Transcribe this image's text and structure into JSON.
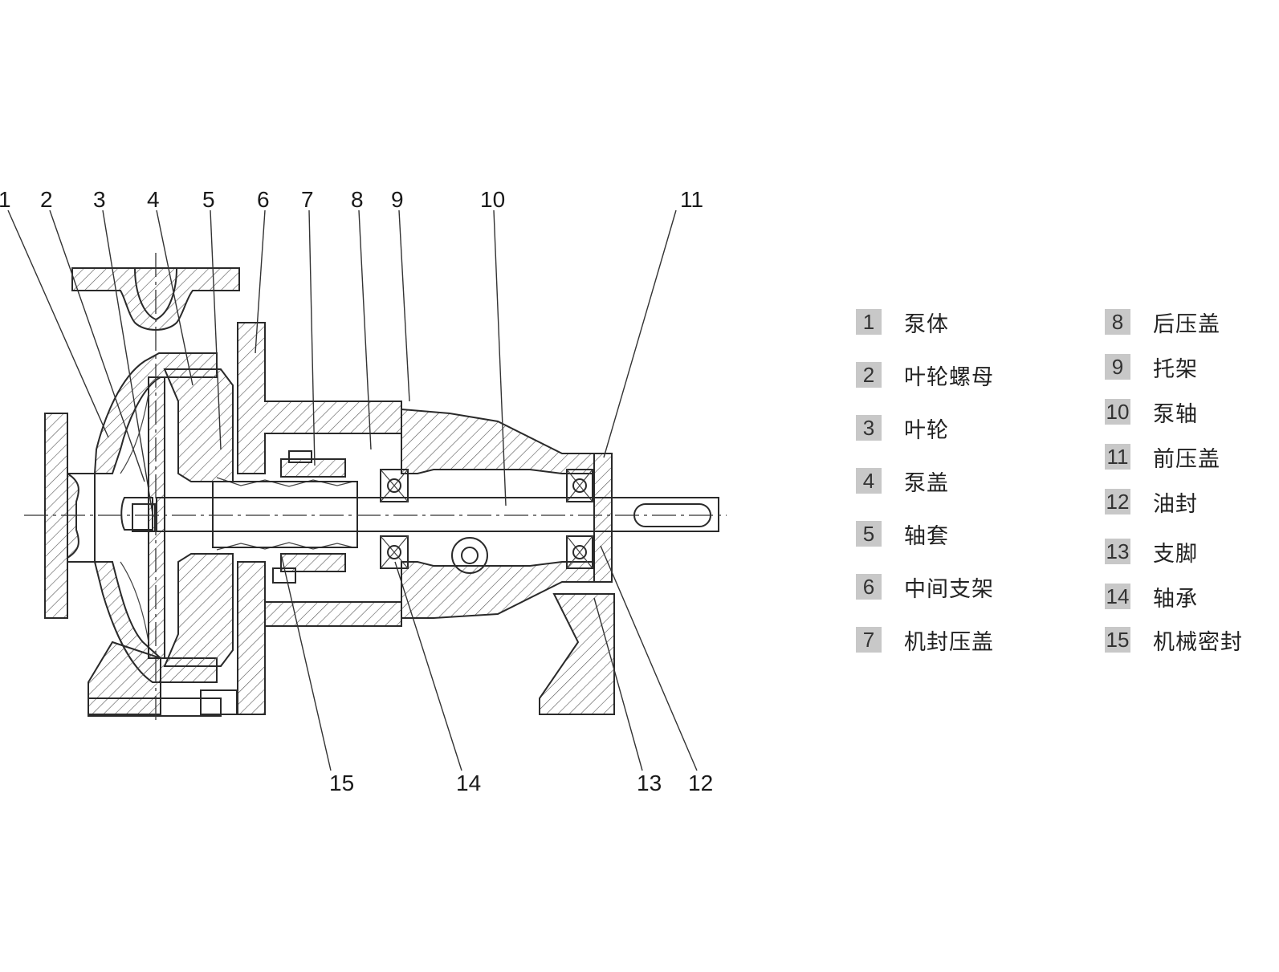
{
  "callouts": {
    "top": [
      "1",
      "2",
      "3",
      "4",
      "5",
      "6",
      "7",
      "8",
      "9",
      "10",
      "11"
    ],
    "bottom": [
      "15",
      "14",
      "13",
      "12"
    ]
  },
  "legend": [
    {
      "num": "1",
      "label": "泵体"
    },
    {
      "num": "2",
      "label": "叶轮螺母"
    },
    {
      "num": "3",
      "label": "叶轮"
    },
    {
      "num": "4",
      "label": "泵盖"
    },
    {
      "num": "5",
      "label": "轴套"
    },
    {
      "num": "6",
      "label": "中间支架"
    },
    {
      "num": "7",
      "label": "机封压盖"
    },
    {
      "num": "8",
      "label": "后压盖"
    },
    {
      "num": "9",
      "label": "托架"
    },
    {
      "num": "10",
      "label": "泵轴"
    },
    {
      "num": "11",
      "label": "前压盖"
    },
    {
      "num": "12",
      "label": "油封"
    },
    {
      "num": "13",
      "label": "支脚"
    },
    {
      "num": "14",
      "label": "轴承"
    },
    {
      "num": "15",
      "label": "机械密封"
    }
  ],
  "colors": {
    "line": "#2a2a2a",
    "badge": "#c8c8c8"
  }
}
